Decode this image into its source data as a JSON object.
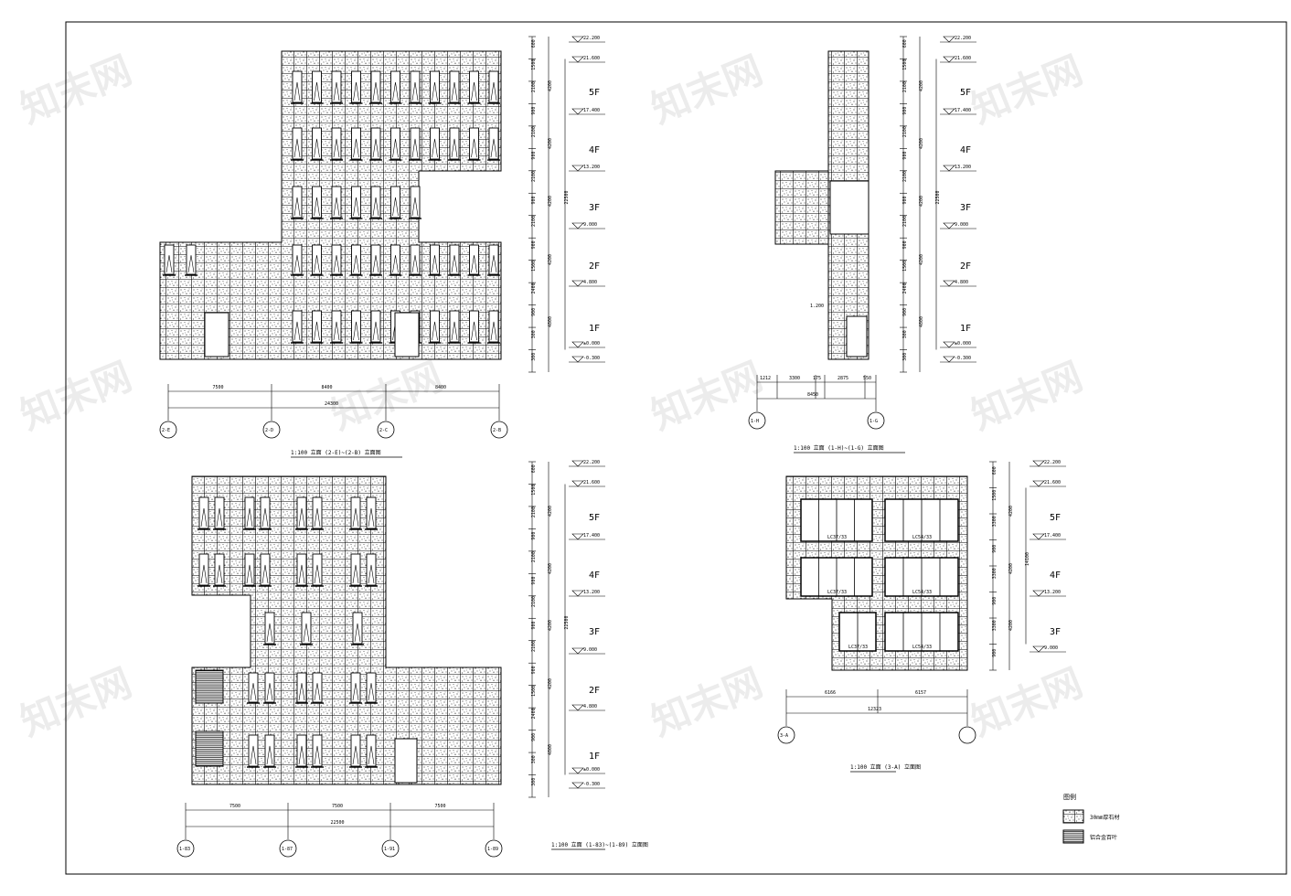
{
  "sheet": {
    "watermark": "知末网",
    "legend": {
      "title": "图例",
      "items": [
        {
          "pattern": "stone",
          "label": "30mm厚石材"
        },
        {
          "pattern": "lines",
          "label": "铝合金百叶"
        }
      ]
    }
  },
  "elevations": [
    {
      "caption": "1:100 立面 (2-E)~(2-B) 立面图",
      "axes": [
        "2-E",
        "2-D",
        "2-C",
        "2-B"
      ],
      "spans": [
        "7500",
        "8400",
        "8400"
      ],
      "total": "24300",
      "levels": [
        "22.200",
        "21.600",
        "17.400",
        "13.200",
        "9.000",
        "4.800",
        "±0.000",
        "-0.300"
      ],
      "floors": [
        "5F",
        "4F",
        "3F",
        "2F",
        "1F"
      ],
      "segments": [
        "600",
        "1500",
        "2100",
        "900",
        "2100",
        "900",
        "2100",
        "900",
        "2100",
        "900",
        "1500",
        "2400",
        "900",
        "300",
        "300"
      ],
      "segments_mid": [
        "4200",
        "4200",
        "4200",
        "4200",
        "4800"
      ],
      "overall": "22500"
    },
    {
      "caption": "1:100 立面 (1-H)~(1-G) 立面图",
      "axes": [
        "1-H",
        "1-G"
      ],
      "spans": [
        "1212",
        "3300",
        "175",
        "2875",
        "550"
      ],
      "total": "8450",
      "levels": [
        "22.200",
        "21.600",
        "17.400",
        "13.200",
        "9.000",
        "4.800",
        "±0.000",
        "-0.300"
      ],
      "floors": [
        "5F",
        "4F",
        "3F",
        "2F",
        "1F"
      ],
      "segments": [
        "600",
        "1500",
        "2100",
        "900",
        "2100",
        "900",
        "2100",
        "900",
        "2100",
        "900",
        "1500",
        "2400",
        "900",
        "300",
        "300"
      ],
      "segments_mid": [
        "4200",
        "4200",
        "4200",
        "4200",
        "4800"
      ],
      "overall": "22500",
      "note": "1.200"
    },
    {
      "caption": "1:100 立面 (1-83)~(1-89) 立面图",
      "axes": [
        "1-83",
        "1-87",
        "1-91",
        "1-89"
      ],
      "spans": [
        "7500",
        "7500",
        "7500"
      ],
      "total": "22500",
      "levels": [
        "22.200",
        "21.600",
        "17.400",
        "13.200",
        "9.000",
        "4.800",
        "±0.000",
        "-0.300"
      ],
      "floors": [
        "5F",
        "4F",
        "3F",
        "2F",
        "1F"
      ],
      "segments": [
        "600",
        "1500",
        "2100",
        "900",
        "2100",
        "900",
        "2100",
        "900",
        "2100",
        "900",
        "1500",
        "2400",
        "900",
        "300",
        "300"
      ],
      "segments_mid": [
        "4200",
        "4200",
        "4200",
        "4200",
        "4800"
      ],
      "overall": "22500"
    },
    {
      "caption": "1:100 立面 (3-A) 立面图",
      "axes": [
        "3-A"
      ],
      "spans": [
        "6166",
        "6157"
      ],
      "total": "12323",
      "levels": [
        "22.200",
        "21.600",
        "17.400",
        "13.200",
        "9.000"
      ],
      "floors": [
        "5F",
        "4F",
        "3F"
      ],
      "segments": [
        "600",
        "1500",
        "3300",
        "900",
        "3300",
        "900",
        "3300",
        "900"
      ],
      "segments_mid": [
        "4200",
        "4200",
        "4200"
      ],
      "overall": "14100",
      "window_tags": [
        "LC37/33",
        "LC54/33",
        "LC37/33",
        "LC54/33",
        "LC37/33",
        "LC54/33"
      ]
    }
  ]
}
